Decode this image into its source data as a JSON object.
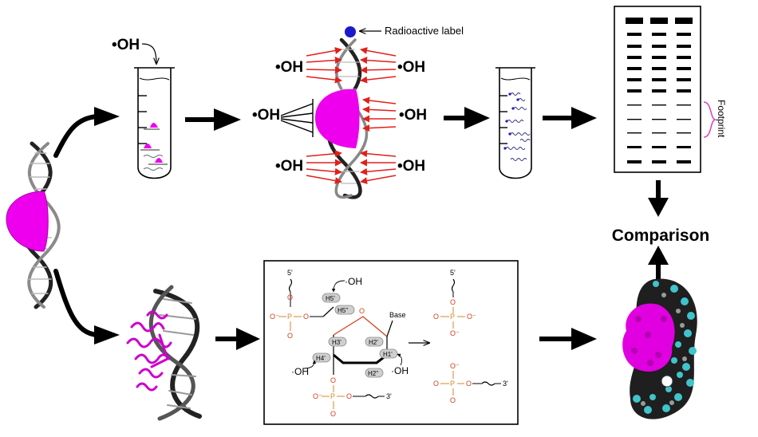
{
  "labels": {
    "oh_tube": "•OH",
    "radioactive_label": "Radioactive label",
    "oh_top_left": "•OH",
    "oh_top_right": "•OH",
    "oh_mid_left": "•OH",
    "oh_mid_right": "•OH",
    "oh_bot_left": "•OH",
    "oh_bot_right": "•OH",
    "footprint": "Footprint",
    "comparison": "Comparison"
  },
  "chemistry": {
    "five_prime": "5'",
    "three_prime": "3'",
    "base": "Base",
    "oh_radical": "·OH",
    "phosphorus": "P",
    "oxygen": "O",
    "o_minus": "O⁻",
    "h5prime": "H5'",
    "h5dprime": "H5''",
    "h4prime": "H4'",
    "h3prime": "H3'",
    "h2prime": "H2'",
    "h2dprime": "H2''",
    "h1prime": "H1'"
  },
  "colors": {
    "protein": "#ee00ee",
    "dna": "#3a3a3a",
    "radical_arrow": "#e0201b",
    "label_dot": "#1a1acc",
    "footprint_bracket": "#d040c0",
    "chem_red": "#d2401e",
    "chem_orange": "#d08a2a",
    "surface_cyan": "#3fc4cc"
  }
}
